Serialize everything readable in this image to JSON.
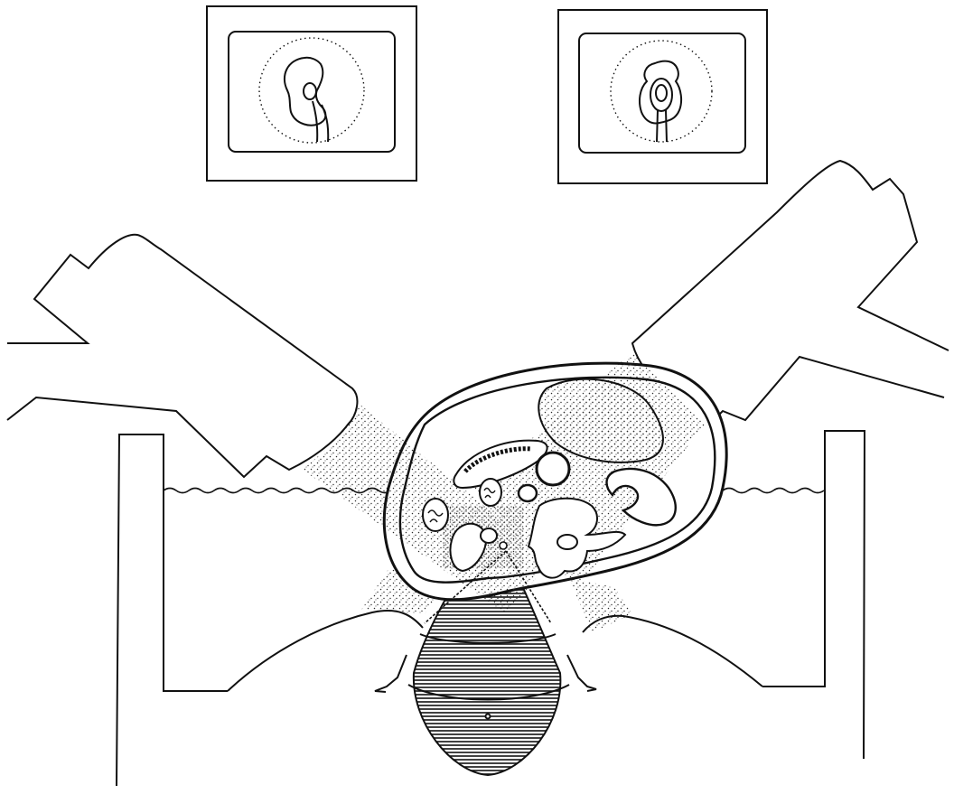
{
  "figure": {
    "kind": "line-drawing",
    "colors": {
      "ink": "#111111",
      "paper": "#ffffff",
      "stipple": "#2a2a2a"
    },
    "monitors": [
      {
        "id": "left",
        "image": "kidney-cross-section"
      },
      {
        "id": "right",
        "image": "kidney-longitudinal-section"
      }
    ],
    "components": [
      "left-ultrasound-transducer",
      "right-ultrasound-transducer",
      "water-bath-tank",
      "water-surface",
      "patient-abdomen-cross-section",
      "spine",
      "shockwave-reflector",
      "stippled-beam-paths"
    ]
  }
}
